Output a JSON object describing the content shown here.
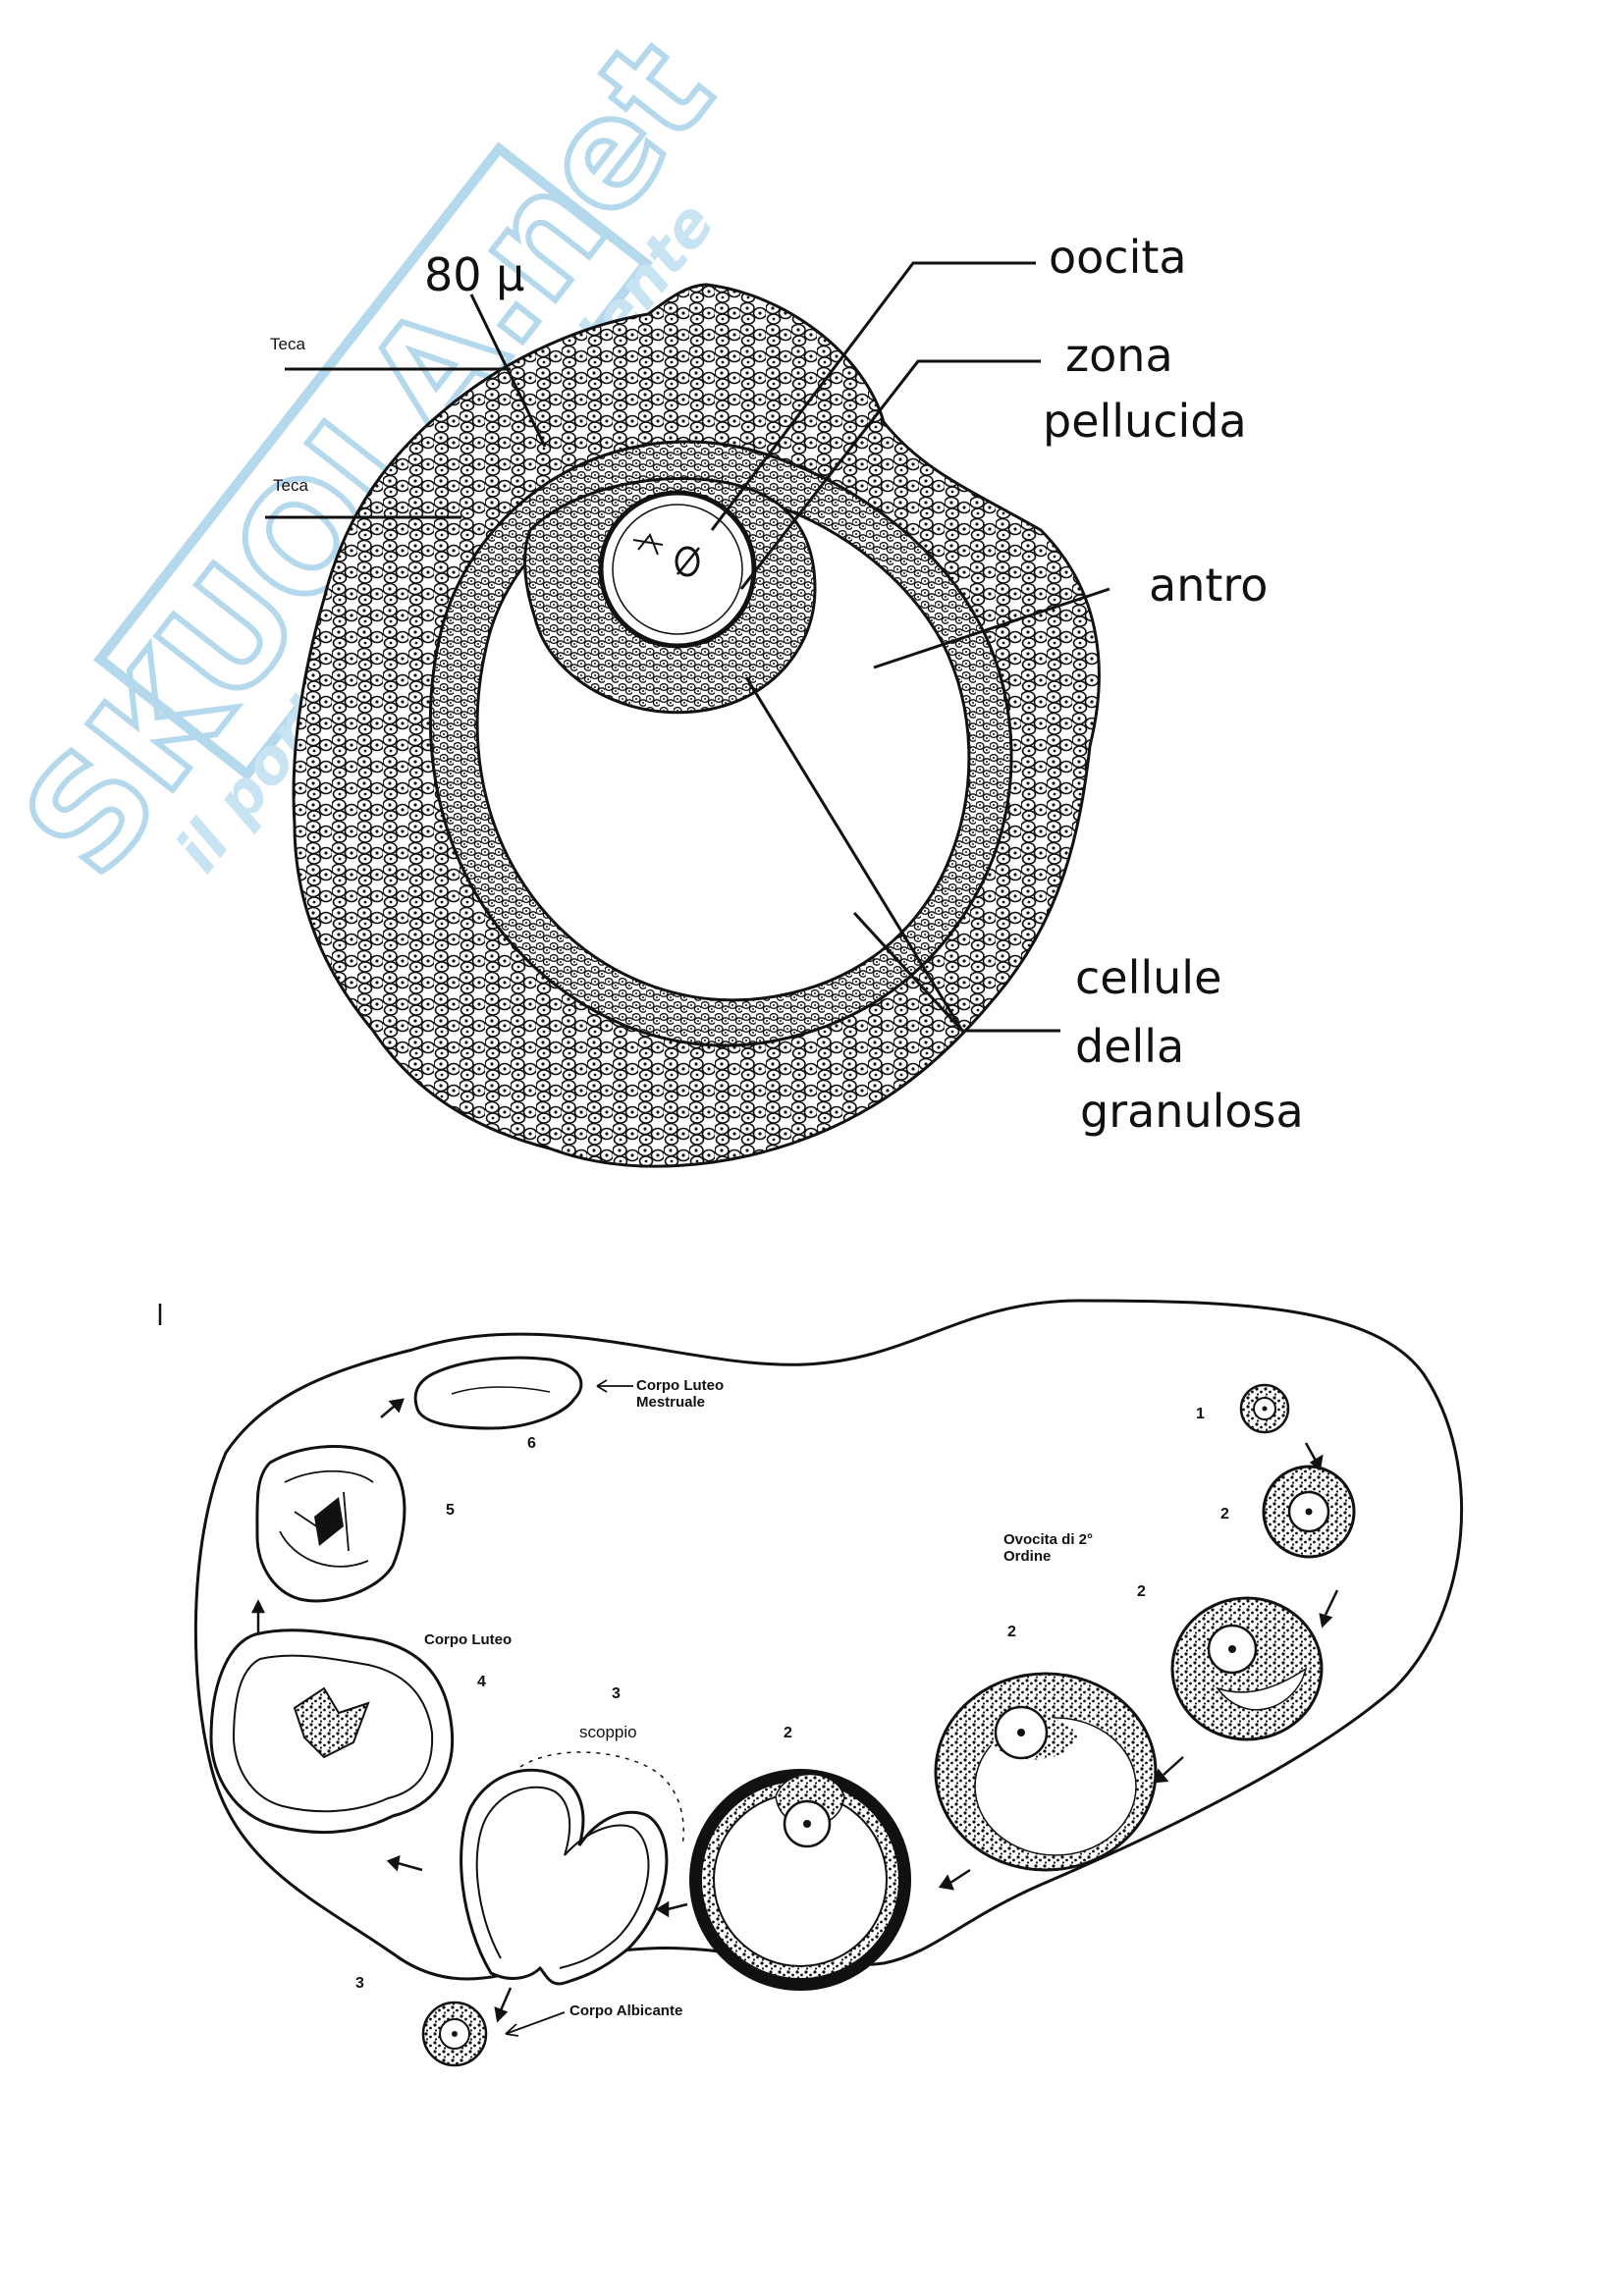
{
  "watermark": {
    "brand": "SKUOLA.net",
    "tagline": "il portale dello studente",
    "color": "#a8d3ea"
  },
  "follicle": {
    "labels": {
      "oocita": "oocita",
      "zona_1": "zona",
      "zona_2": "pellucida",
      "antro": "antro",
      "granulosa_1": "cellule",
      "granulosa_2": "della",
      "granulosa_3": "granulosa",
      "size": "80 µ",
      "teca_1": "Teca",
      "teca_2": "Teca"
    }
  },
  "ovary": {
    "labels": {
      "corpo_luteo_mestruale_1": "Corpo Luteo",
      "corpo_luteo_mestruale_2": "Mestruale",
      "corpo_luteo": "Corpo Luteo",
      "corpo_albicante": "Corpo Albicante",
      "ovocita_1": "Ovocita di 2°",
      "ovocita_2": "Ordine",
      "scoppio": "scoppio"
    },
    "numbers": {
      "n1": "1",
      "n2a": "2",
      "n2b": "2",
      "n2c": "2",
      "n2d": "2",
      "n3a": "3",
      "n3b": "3",
      "n4": "4",
      "n5": "5",
      "n6": "6"
    }
  }
}
